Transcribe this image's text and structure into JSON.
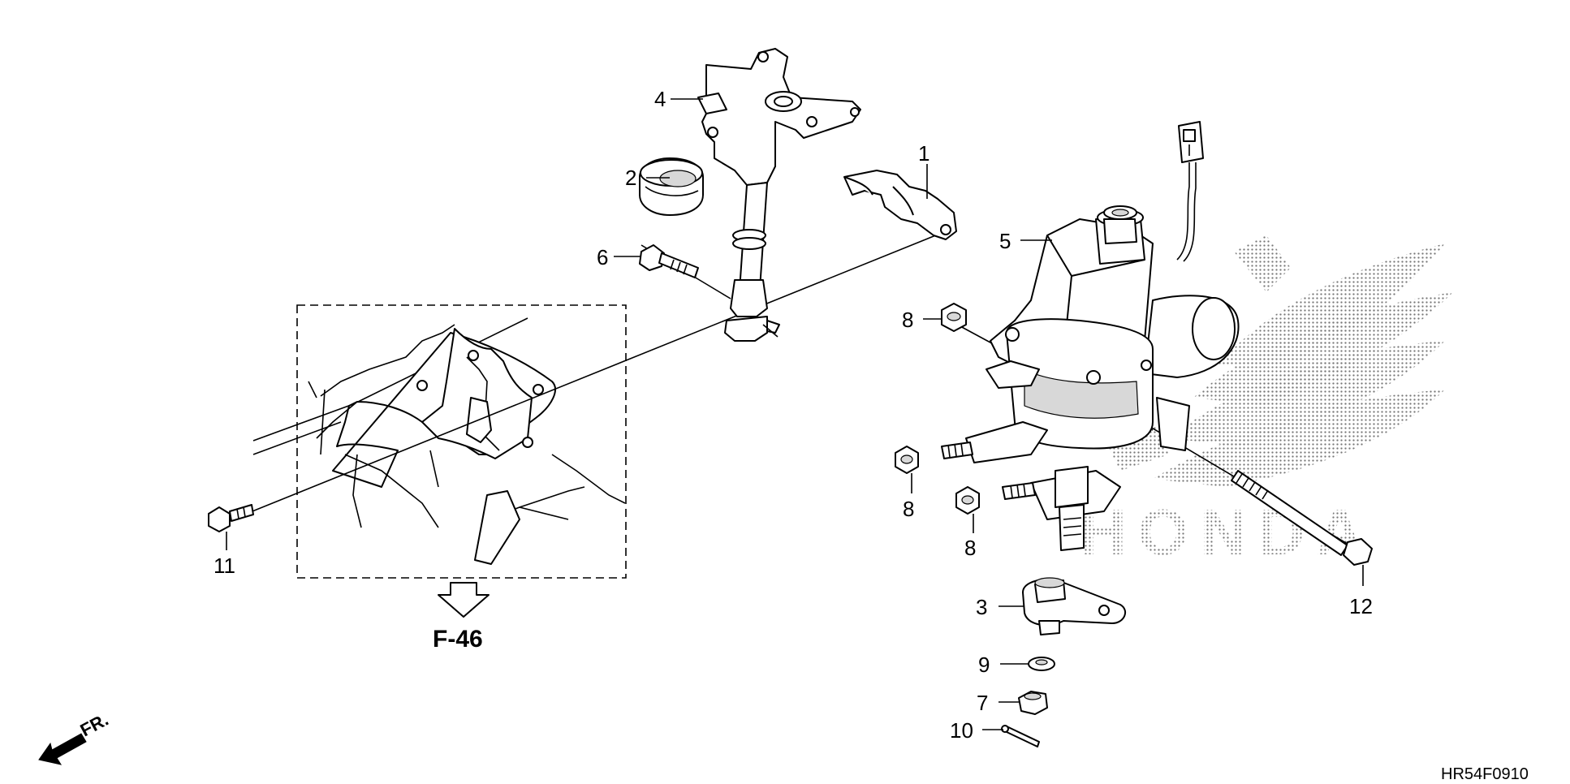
{
  "diagram": {
    "callouts": {
      "c1": "1",
      "c2": "2",
      "c3": "3",
      "c4": "4",
      "c5": "5",
      "c6": "6",
      "c7": "7",
      "c8a": "8",
      "c8b": "8",
      "c8c": "8",
      "c9": "9",
      "c10": "10",
      "c11": "11",
      "c12": "12"
    },
    "section_reference": "F-46",
    "front_indicator": "FR.",
    "diagram_code": "HR54F0910",
    "brand_watermark": "HONDA",
    "icons": {
      "front_arrow": "arrow-front-left-icon",
      "reference_arrow": "outline-down-arrow-icon",
      "brand_wing": "wing-logo-icon"
    }
  }
}
